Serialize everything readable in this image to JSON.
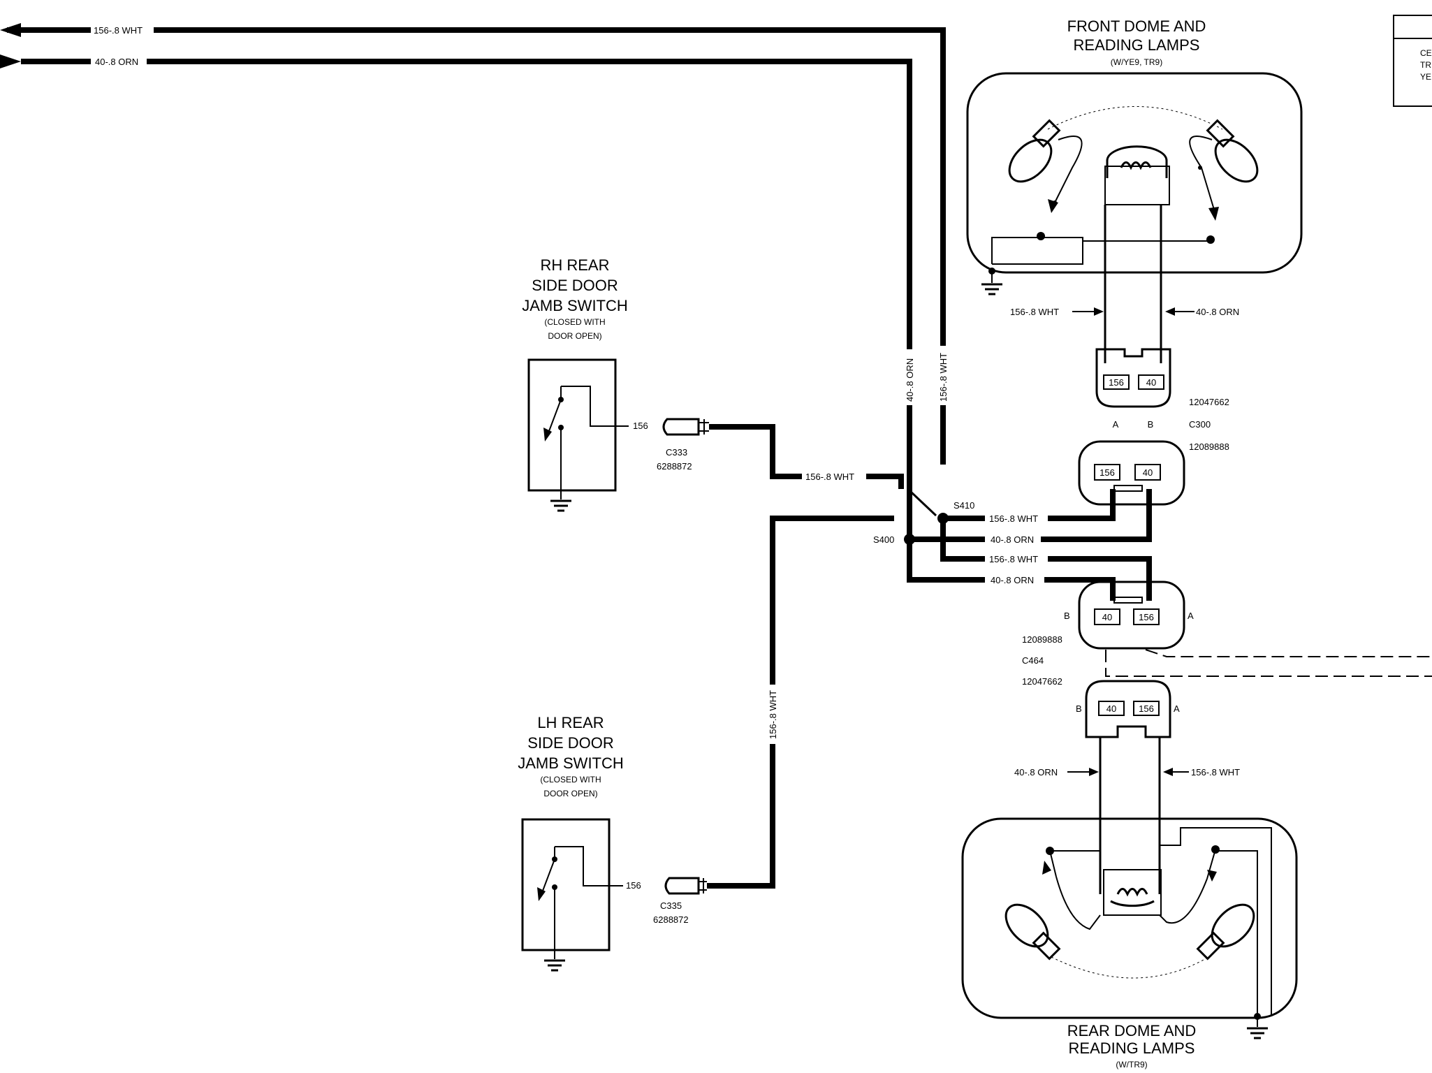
{
  "wires": {
    "white": "156-.8 WHT",
    "orange": "40-.8 ORN"
  },
  "front_lamp": {
    "title1": "FRONT DOME AND",
    "title2": "READING LAMPS",
    "note": "(W/YE9, TR9)",
    "pin_a": "156",
    "pin_b": "40"
  },
  "rear_lamp": {
    "title1": "REAR DOME AND",
    "title2": "READING LAMPS",
    "note": "(W/TR9)"
  },
  "rh_switch": {
    "line1": "RH REAR",
    "line2": "SIDE DOOR",
    "line3": "JAMB SWITCH",
    "note1": "(CLOSED WITH",
    "note2": "DOOR OPEN)",
    "circuit": "156",
    "conn": "C333",
    "part": "6288872"
  },
  "lh_switch": {
    "line1": "LH REAR",
    "line2": "SIDE DOOR",
    "line3": "JAMB SWITCH",
    "note1": "(CLOSED WITH",
    "note2": "DOOR OPEN)",
    "circuit": "156",
    "conn": "C335",
    "part": "6288872"
  },
  "c300": {
    "id": "C300",
    "part_top": "12047662",
    "part_bottom": "12089888",
    "cav_a": "A",
    "cav_b": "B",
    "pin1": "156",
    "pin2": "40"
  },
  "c464": {
    "id": "C464",
    "part_top": "12089888",
    "part_bottom": "12047662",
    "cav_a": "A",
    "cav_b": "B",
    "pin1": "40",
    "pin2": "156"
  },
  "splices": {
    "s410": "S410",
    "s400": "S400"
  },
  "legend": {
    "line1": "CE",
    "line2": "TR",
    "line3": "YE"
  }
}
